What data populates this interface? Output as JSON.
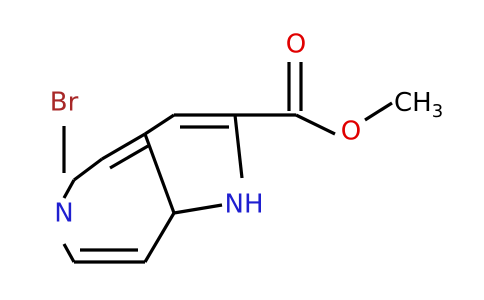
{
  "colors": {
    "background": "#ffffff",
    "carbon_bond": "#000000",
    "oxygen": "#e00000",
    "nitrogen": "#1f1fd0",
    "bromine": "#a82828"
  },
  "atoms": {
    "br": {
      "label": "Br",
      "color": "#a82828"
    },
    "n_pyridine": {
      "label": "N",
      "color": "#1f1fd0"
    },
    "nh_pyrrole": {
      "label": "NH",
      "color": "#1f1fd0"
    },
    "o_carbonyl": {
      "label": "O",
      "color": "#e00000"
    },
    "o_ester": {
      "label": "O",
      "color": "#e00000"
    },
    "ch3": {
      "label": "CH",
      "subscript": "3",
      "color": "#000000"
    }
  }
}
